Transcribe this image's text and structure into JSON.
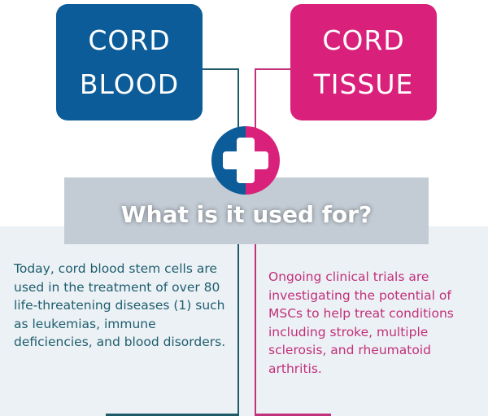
{
  "colors": {
    "blue": "#0b5c98",
    "pink": "#d9207b",
    "teal_line": "#1f5a6a",
    "left_text": "#1e5e6f",
    "right_text": "#c1307a",
    "banner": "#c3ccd5",
    "panel": "#ecf1f5"
  },
  "left_box": {
    "line1": "CORD",
    "line2": "BLOOD"
  },
  "right_box": {
    "line1": "CORD",
    "line2": "TISSUE"
  },
  "center_icon": "medical-cross-icon",
  "banner": {
    "title": "What is it used for?"
  },
  "left_text": "Today, cord blood stem cells are used in the treatment of over 80 life-threatening diseases (1) such as leukemias, immune deficiencies, and blood disorders.",
  "right_text": "Ongoing clinical trials are investigating the potential of MSCs to help treat conditions including stroke, multiple sclerosis, and rheumatoid arthritis."
}
